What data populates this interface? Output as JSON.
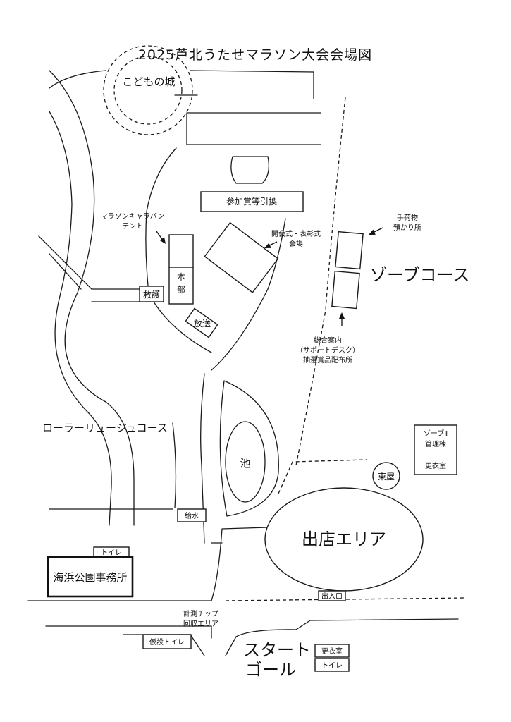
{
  "title": "2025芦北うたせマラソン大会会場図",
  "facilities": {
    "castle": "こどもの城",
    "prize_exchange": "参加賞等引換",
    "caravan_tent_line1": "マラソンキャラバン",
    "caravan_tent_line2": "テント",
    "ceremony_line1": "開会式・表彰式",
    "ceremony_line2": "会場",
    "hq_char1": "本",
    "hq_char2": "部",
    "rescue": "救護",
    "broadcast": "放送",
    "baggage_line1": "手荷物",
    "baggage_line2": "預かり所",
    "info_line1": "総合案内",
    "info_line2": "（サポートデスク）",
    "info_line3": "抽選賞品配布所",
    "sorb_course": "ゾーブコース",
    "roller_course": "ローラーリュージュコース",
    "pond": "池",
    "arbor": "東屋",
    "sorb2_line1": "ゾーブⅡ",
    "sorb2_line2": "管理棟",
    "sorb2_line3": "更衣室",
    "water": "給水",
    "shops": "出店エリア",
    "entrance": "出入口",
    "toilet_top": "トイレ",
    "park_office": "海浜公園事務所",
    "chip_line1": "計測チップ",
    "chip_line2": "回収エリア",
    "temp_toilet": "仮設トイレ",
    "start": "スタート",
    "goal": "ゴール",
    "changing_room": "更衣室",
    "toilet_bottom": "トイレ"
  },
  "colors": {
    "ink": "#111111",
    "paper": "#ffffff"
  },
  "icons": [
    "arrow-icon"
  ]
}
